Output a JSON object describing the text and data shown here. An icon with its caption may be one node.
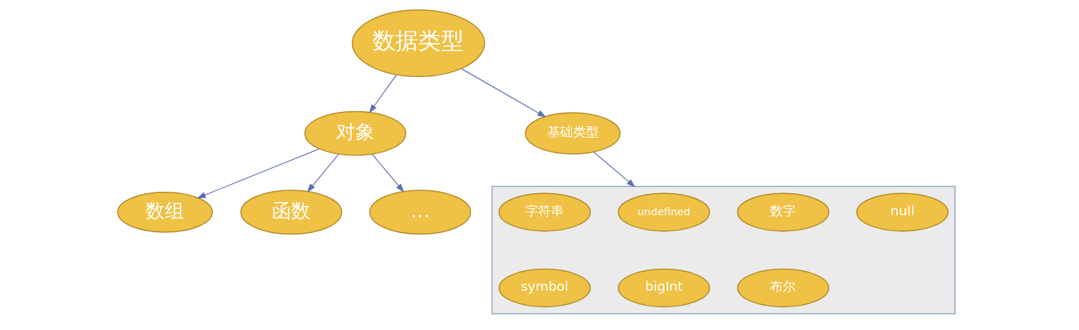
{
  "diagram": {
    "nodes": [
      {
        "text": [
          "数据类型"
        ]
      },
      {
        "text": [
          "对象"
        ]
      },
      {
        "text": [
          "基础类型"
        ]
      },
      {
        "text": [
          "数组"
        ]
      },
      {
        "text": [
          "函数"
        ]
      },
      {
        "text": [
          "…"
        ]
      },
      {
        "text": [],
        "shape": "box"
      },
      {
        "text": [
          "字符串"
        ],
        "in": 6
      },
      {
        "text": [
          "undefined"
        ],
        "in": 6
      },
      {
        "text": [
          "数字"
        ],
        "in": 6
      },
      {
        "text": [
          "null"
        ],
        "in": 6
      },
      {
        "text": [
          "symbol"
        ],
        "in": 6
      },
      {
        "text": [
          "bigInt"
        ],
        "in": 6
      },
      {
        "text": [
          "布尔"
        ],
        "in": 6
      }
    ],
    "edges": [
      {
        "from": 0,
        "to": 1,
        "arrow": "to"
      },
      {
        "from": 0,
        "to": 2,
        "arrow": "to"
      },
      {
        "from": 1,
        "to": 3,
        "arrow": "to"
      },
      {
        "from": 1,
        "to": 4,
        "arrow": "to"
      },
      {
        "from": 1,
        "to": 5,
        "arrow": "to"
      },
      {
        "from": 2,
        "to": 6,
        "arrow": "to"
      }
    ]
  }
}
